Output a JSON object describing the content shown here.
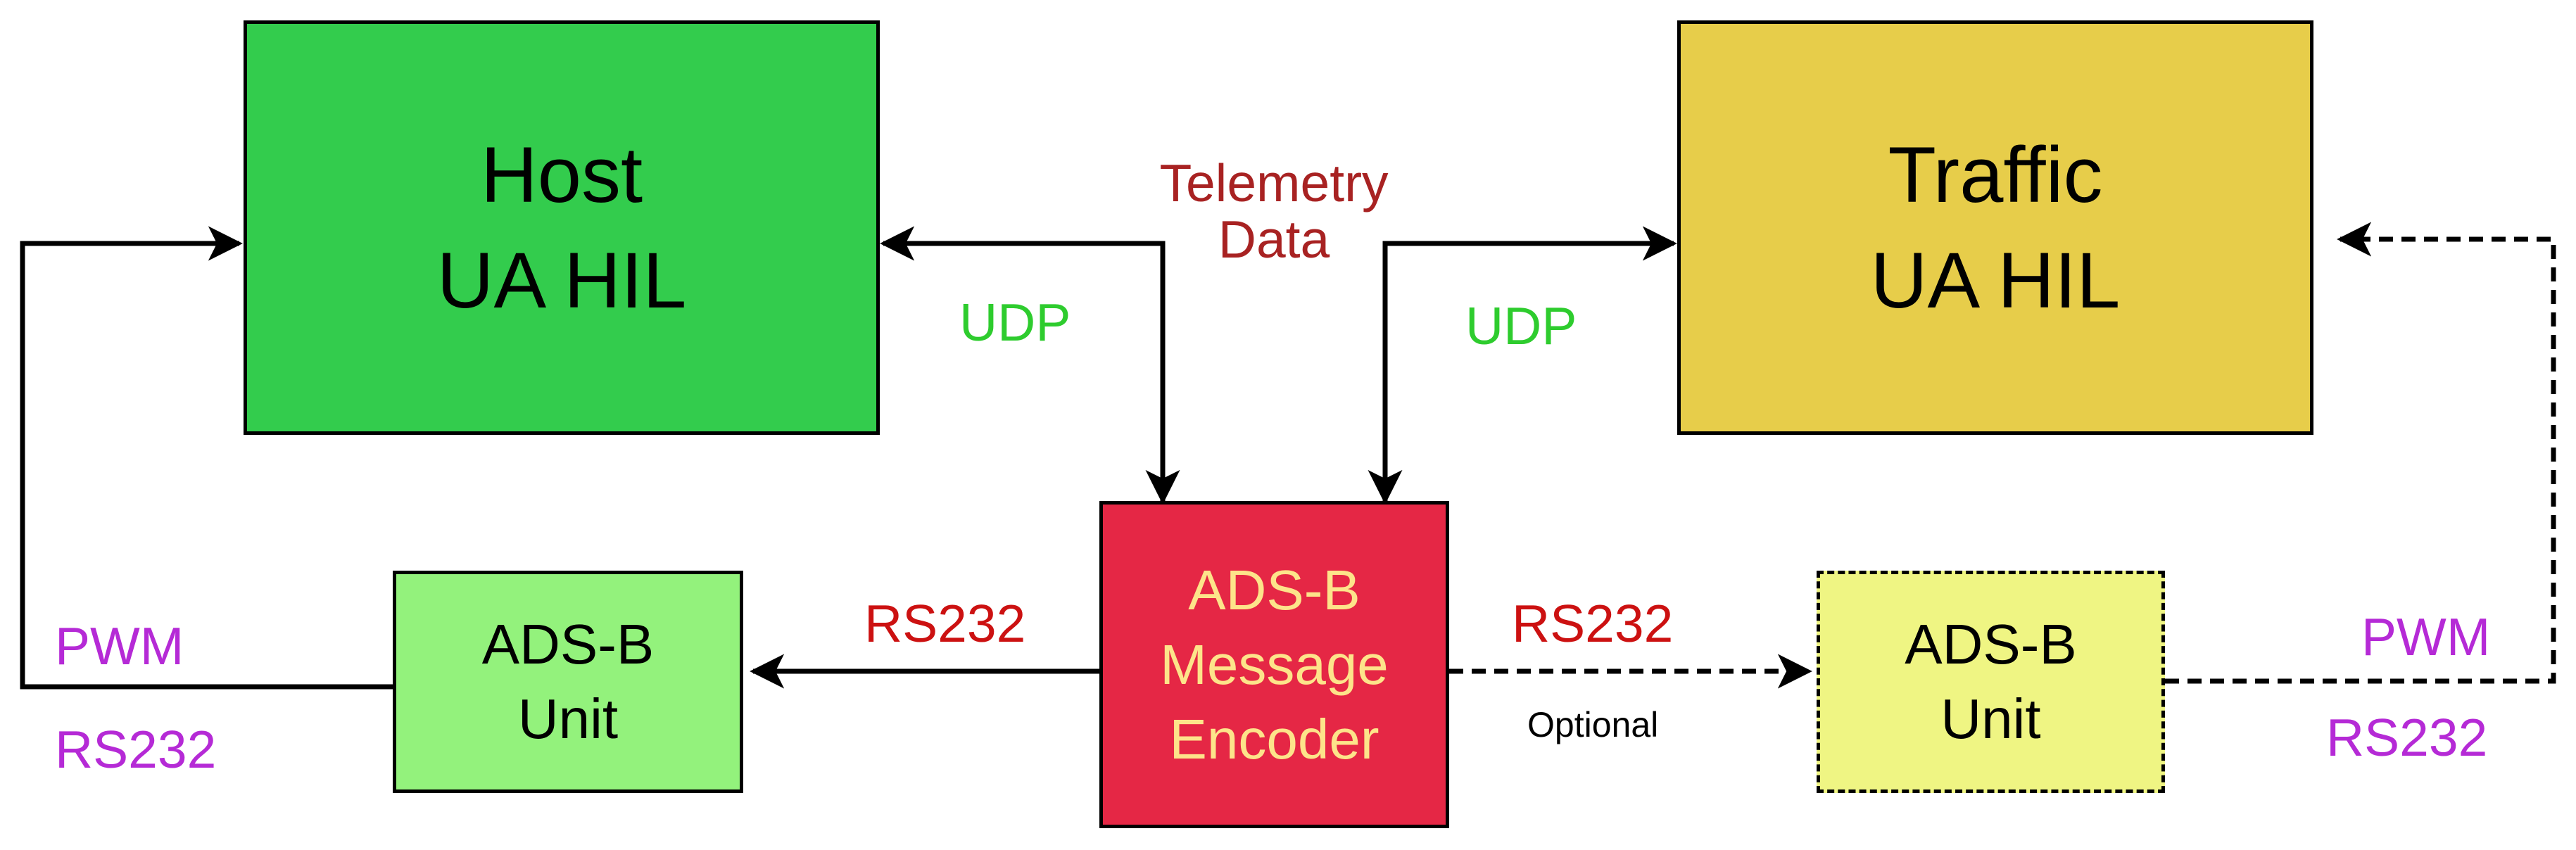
{
  "colors": {
    "host_fill": "#33cc4d",
    "traffic_fill": "#e7cd4a",
    "encoder_fill": "#e52745",
    "encoder_text": "#fde48a",
    "ads_b_left_fill": "#93f27c",
    "ads_b_right_fill": "#eff583",
    "udp": "#2ecc2e",
    "rs232_red": "#cc1111",
    "pwm_purple": "#b52ad6",
    "telemetry": "#a82222",
    "line": "#000000"
  },
  "boxes": {
    "host": {
      "line1": "Host",
      "line2": "UA HIL"
    },
    "traffic": {
      "line1": "Traffic",
      "line2": "UA HIL"
    },
    "encoder": {
      "line1": "ADS-B",
      "line2": "Message",
      "line3": "Encoder"
    },
    "ads_b_left": {
      "line1": "ADS-B",
      "line2": "Unit"
    },
    "ads_b_right": {
      "line1": "ADS-B",
      "line2": "Unit"
    }
  },
  "labels": {
    "telemetry_line1": "Telemetry",
    "telemetry_line2": "Data",
    "udp_left": "UDP",
    "udp_right": "UDP",
    "rs232_left": "RS232",
    "rs232_right": "RS232",
    "optional": "Optional",
    "pwm_left": "PWM",
    "rs232_far_left": "RS232",
    "pwm_right": "PWM",
    "rs232_far_right": "RS232"
  }
}
